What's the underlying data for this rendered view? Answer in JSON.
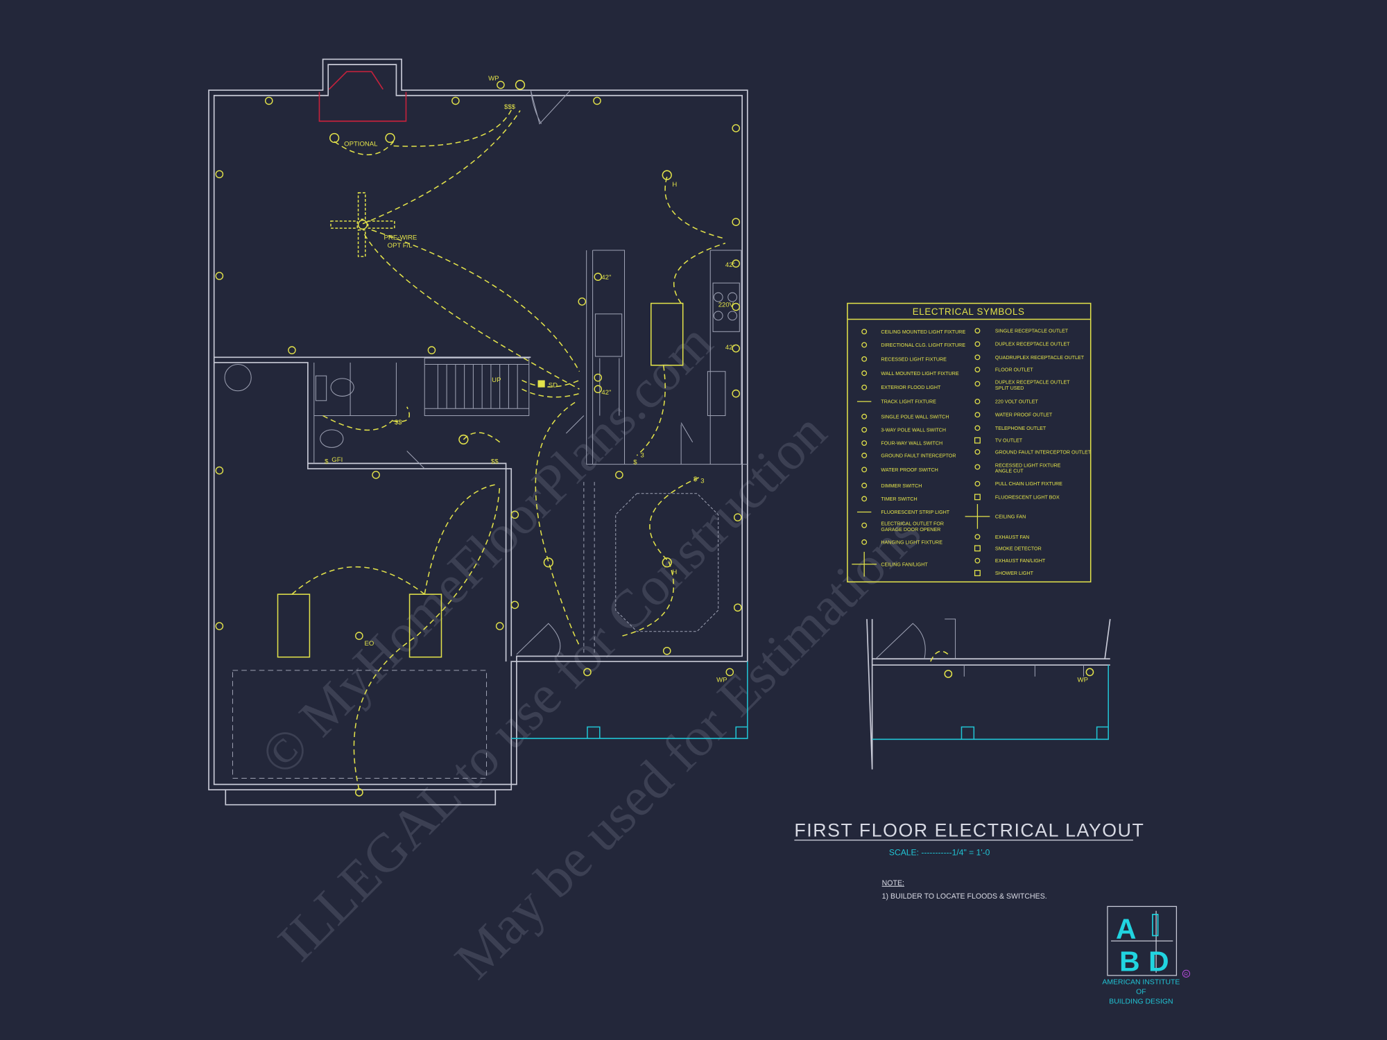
{
  "plan": {
    "labels": {
      "optional": "OPTIONAL",
      "prewire_1": "PRE-WIRE",
      "prewire_2": "OPT F/L",
      "wp": "WP",
      "counter_height": "42\"",
      "volt": "220V",
      "smoke_detector": "SD",
      "hanging": "H",
      "garage_opener": "EO",
      "gfi": "GFI",
      "three_way": "3",
      "stair_up": "UP"
    }
  },
  "legend": {
    "title": "ELECTRICAL SYMBOLS",
    "left": [
      {
        "icon": "ceiling-light-icon",
        "label": "CEILING MOUNTED LIGHT FIXTURE"
      },
      {
        "icon": "directional-light-icon",
        "label": "DIRECTIONAL CLG. LIGHT FIXTURE"
      },
      {
        "icon": "recessed-light-icon",
        "label": "RECESSED LIGHT FIXTURE"
      },
      {
        "icon": "wall-light-icon",
        "label": "WALL MOUNTED LIGHT FIXTURE"
      },
      {
        "icon": "flood-light-icon",
        "label": "EXTERIOR FLOOD LIGHT"
      },
      {
        "icon": "track-light-icon",
        "label": "TRACK LIGHT FIXTURE"
      },
      {
        "icon": "single-pole-switch-icon",
        "label": "SINGLE POLE WALL SWITCH"
      },
      {
        "icon": "three-way-switch-icon",
        "label": "3-WAY POLE WALL SWITCH"
      },
      {
        "icon": "four-way-switch-icon",
        "label": "FOUR-WAY WALL SWITCH"
      },
      {
        "icon": "gfi-switch-icon",
        "label": "GROUND FAULT INTERCEPTOR"
      },
      {
        "icon": "waterproof-switch-icon",
        "label": "WATER PROOF SWITCH"
      },
      {
        "icon": "dimmer-switch-icon",
        "label": "DIMMER SWITCH"
      },
      {
        "icon": "timer-switch-icon",
        "label": "TIMER SWITCH"
      },
      {
        "icon": "fluorescent-strip-icon",
        "label": "FLUORESCENT STRIP LIGHT"
      },
      {
        "icon": "garage-outlet-icon",
        "label": "ELECTRICAL OUTLET FOR",
        "label2": "GARAGE DOOR OPENER"
      },
      {
        "icon": "hanging-light-icon",
        "label": "HANGING LIGHT FIXTURE"
      },
      {
        "icon": "ceiling-fan-light-icon",
        "label": "CEILING FAN/LIGHT"
      }
    ],
    "right": [
      {
        "icon": "single-receptacle-icon",
        "label": "SINGLE RECEPTACLE OUTLET"
      },
      {
        "icon": "duplex-receptacle-icon",
        "label": "DUPLEX RECEPTACLE OUTLET"
      },
      {
        "icon": "quadruplex-receptacle-icon",
        "label": "QUADRUPLEX RECEPTACLE OUTLET"
      },
      {
        "icon": "floor-outlet-icon",
        "label": "FLOOR OUTLET"
      },
      {
        "icon": "split-receptacle-icon",
        "label": "DUPLEX RECEPTACLE OUTLET",
        "label2": "SPLIT USED"
      },
      {
        "icon": "volt-220-outlet-icon",
        "label": "220 VOLT OUTLET"
      },
      {
        "icon": "waterproof-outlet-icon",
        "label": "WATER PROOF  OUTLET"
      },
      {
        "icon": "telephone-outlet-icon",
        "label": "TELEPHONE OUTLET"
      },
      {
        "icon": "tv-outlet-icon",
        "label": "TV OUTLET"
      },
      {
        "icon": "gfi-outlet-icon",
        "label": "GROUND FAULT INTERCEPTOR OUTLET"
      },
      {
        "icon": "recessed-angle-icon",
        "label": "RECESSED LIGHT FIXTURE",
        "label2": "ANGLE CUT"
      },
      {
        "icon": "pull-chain-light-icon",
        "label": "PULL CHAIN LIGHT FIXTURE"
      },
      {
        "icon": "fluorescent-box-icon",
        "label": "FLUORESCENT LIGHT BOX"
      },
      {
        "icon": "ceiling-fan-icon",
        "label": "CEILING FAN"
      },
      {
        "icon": "exhaust-fan-icon",
        "label": "EXHAUST FAN"
      },
      {
        "icon": "smoke-detector-icon",
        "label": "SMOKE DETECTOR"
      },
      {
        "icon": "exhaust-fan-light-icon",
        "label": "EXHAUST FAN/LIGHT"
      },
      {
        "icon": "shower-light-icon",
        "label": "SHOWER LIGHT"
      }
    ]
  },
  "title_block": {
    "title": "FIRST FLOOR ELECTRICAL LAYOUT",
    "scale": "SCALE: -----------1/4\" = 1'-0",
    "note_heading": "NOTE:",
    "note_1": "1) BUILDER TO LOCATE FLOODS & SWITCHES."
  },
  "logo": {
    "letters": [
      "A",
      "I",
      "B",
      "D"
    ],
    "registered": "R",
    "line1": "AMERICAN INSTITUTE",
    "line2": "OF",
    "line3": "BUILDING DESIGN"
  },
  "watermark": {
    "line1": "© MyHomeFloorPlans.com",
    "line2": "ILLEGAL to use for Construction",
    "line3": "May be used for Estimations"
  },
  "colors": {
    "background": "#23273a",
    "walls": "#c9cbd8",
    "electrical": "#e3e34a",
    "porch": "#21c4d4",
    "fireplace": "#c3223c",
    "logo": "#21d4e0"
  }
}
